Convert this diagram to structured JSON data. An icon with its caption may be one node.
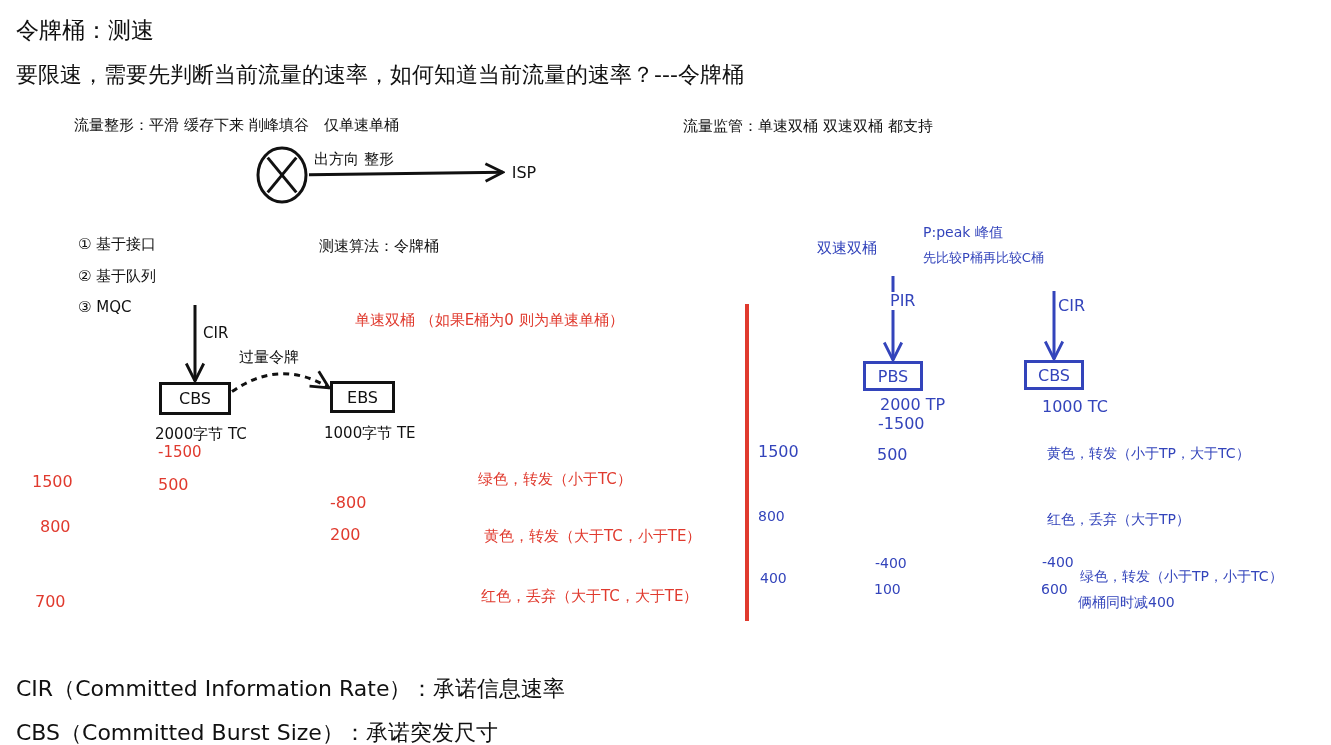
{
  "diagram": {
    "title": "令牌桶：测速",
    "nodes": [
      {
        "text": [],
        "shape": "circle"
      },
      {
        "text": [
          "ISP"
        ]
      },
      {
        "text": [
          "CBS"
        ],
        "beside": [
          "2000字节 TC"
        ]
      },
      {
        "text": [
          "EBS"
        ],
        "beside": [
          "1000字节 TE"
        ]
      },
      {
        "text": [
          "PBS"
        ],
        "beside": [
          "2000 TP"
        ]
      },
      {
        "text": [
          "CBS"
        ],
        "beside": [
          "1000 TC"
        ]
      }
    ],
    "edges": [
      {
        "from": 0,
        "to": 1,
        "arrow": "to",
        "label": "出方向 整形"
      },
      {
        "from": null,
        "to": 2,
        "arrow": "to",
        "label": "CIR"
      },
      {
        "from": 2,
        "to": 3,
        "arrow": "to",
        "label": "过量令牌",
        "style": "dashed"
      },
      {
        "from": null,
        "to": 4,
        "arrow": "to",
        "label": "PIR",
        "color": "#3344bb"
      },
      {
        "from": null,
        "to": 5,
        "arrow": "to",
        "label": "CIR",
        "color": "#3344bb"
      }
    ],
    "labels": [
      "要限速，需要先判断当前流量的速率，如何知道当前流量的速率？---令牌桶",
      "流量整形：平滑 缓存下来 削峰填谷　仅单速单桶",
      "流量监管：单速双桶 双速双桶 都支持",
      "① 基于接口",
      "测速算法：令牌桶",
      "P:peak 峰值",
      "双速双桶",
      "先比较P桶再比较C桶",
      "② 基于队列",
      "③ MQC",
      "单速双桶 （如果E桶为0 则为单速单桶）",
      "-1500",
      "-1500",
      "1500",
      "500",
      "黄色，转发（小于TP，大于TC）",
      "1500",
      "500",
      "绿色，转发（小于TC）",
      "-800",
      "800",
      "200",
      "黄色，转发（大于TC，小于TE）",
      "800",
      "红色，丢弃（大于TP）",
      "-400",
      "-400",
      "400",
      "绿色，转发（小于TP，小于TC）",
      "700",
      "红色，丢弃（大于TC，大于TE）",
      "100",
      "600",
      "俩桶同时减400",
      "CIR（Committed Information Rate）：承诺信息速率",
      "CBS（Committed Burst Size）：承诺突发尺寸"
    ]
  }
}
